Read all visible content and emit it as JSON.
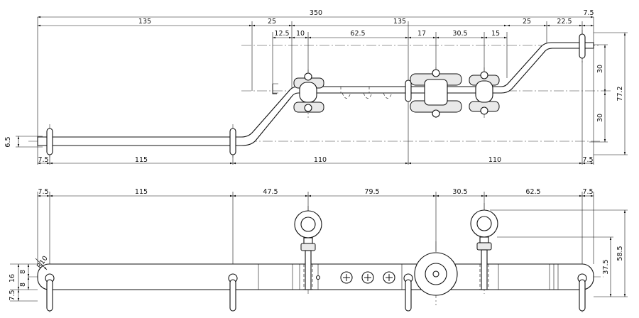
{
  "top_view": {
    "top_dims": [
      "350",
      "135",
      "25",
      "135",
      "25",
      "22.5",
      "7.5",
      "12.5",
      "10",
      "62.5",
      "17",
      "30.5",
      "15"
    ],
    "bottom_dims": [
      "7.5",
      "115",
      "110",
      "110",
      "7.5"
    ],
    "left_dim": "6.5",
    "right_dims": [
      "30",
      "30",
      "77.2"
    ]
  },
  "front_view": {
    "top_dims": [
      "7.5",
      "115",
      "47.5",
      "79.5",
      "30.5",
      "62.5",
      "7.5"
    ],
    "left_dims": [
      "16",
      "8",
      "8",
      "7.5"
    ],
    "radius": "R10",
    "right_dims": [
      "37.5",
      "58.5"
    ]
  }
}
